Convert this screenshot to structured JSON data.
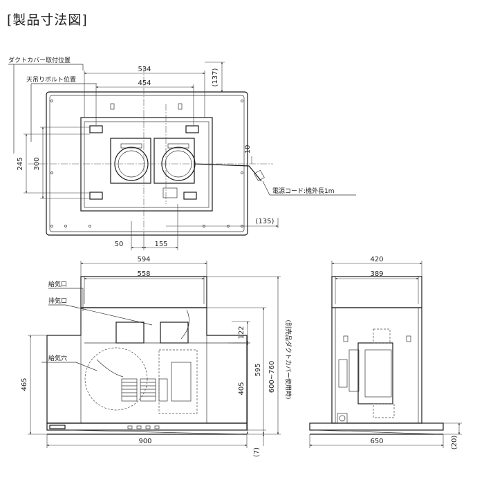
{
  "title": "[製品寸法図]",
  "top_view": {
    "labels": {
      "duct_cover": "ダクトカバー取付位置",
      "ceiling_bolt": "天吊りボルト位置",
      "power_cord": "電源コード:機外長1m"
    },
    "dims": {
      "w534": "534",
      "w454": "454",
      "d137": "(137)",
      "d10": "10",
      "d245": "245",
      "d300": "300",
      "d135": "(135)",
      "w50": "50",
      "w155": "155",
      "w594": "594"
    }
  },
  "front_view": {
    "labels": {
      "supply_port": "給気口",
      "exhaust_port": "排気口",
      "supply_hole": "給気穴",
      "height_note": "(別売品ダクトカバー使用時)"
    },
    "dims": {
      "w558": "558",
      "h122": "122",
      "h595": "595",
      "h600_760": "600~760",
      "h465": "465",
      "h405": "405",
      "w900": "900",
      "h7": "(7)"
    }
  },
  "side_view": {
    "dims": {
      "w420": "420",
      "w389": "389",
      "w650": "650",
      "h20": "(20)"
    }
  }
}
